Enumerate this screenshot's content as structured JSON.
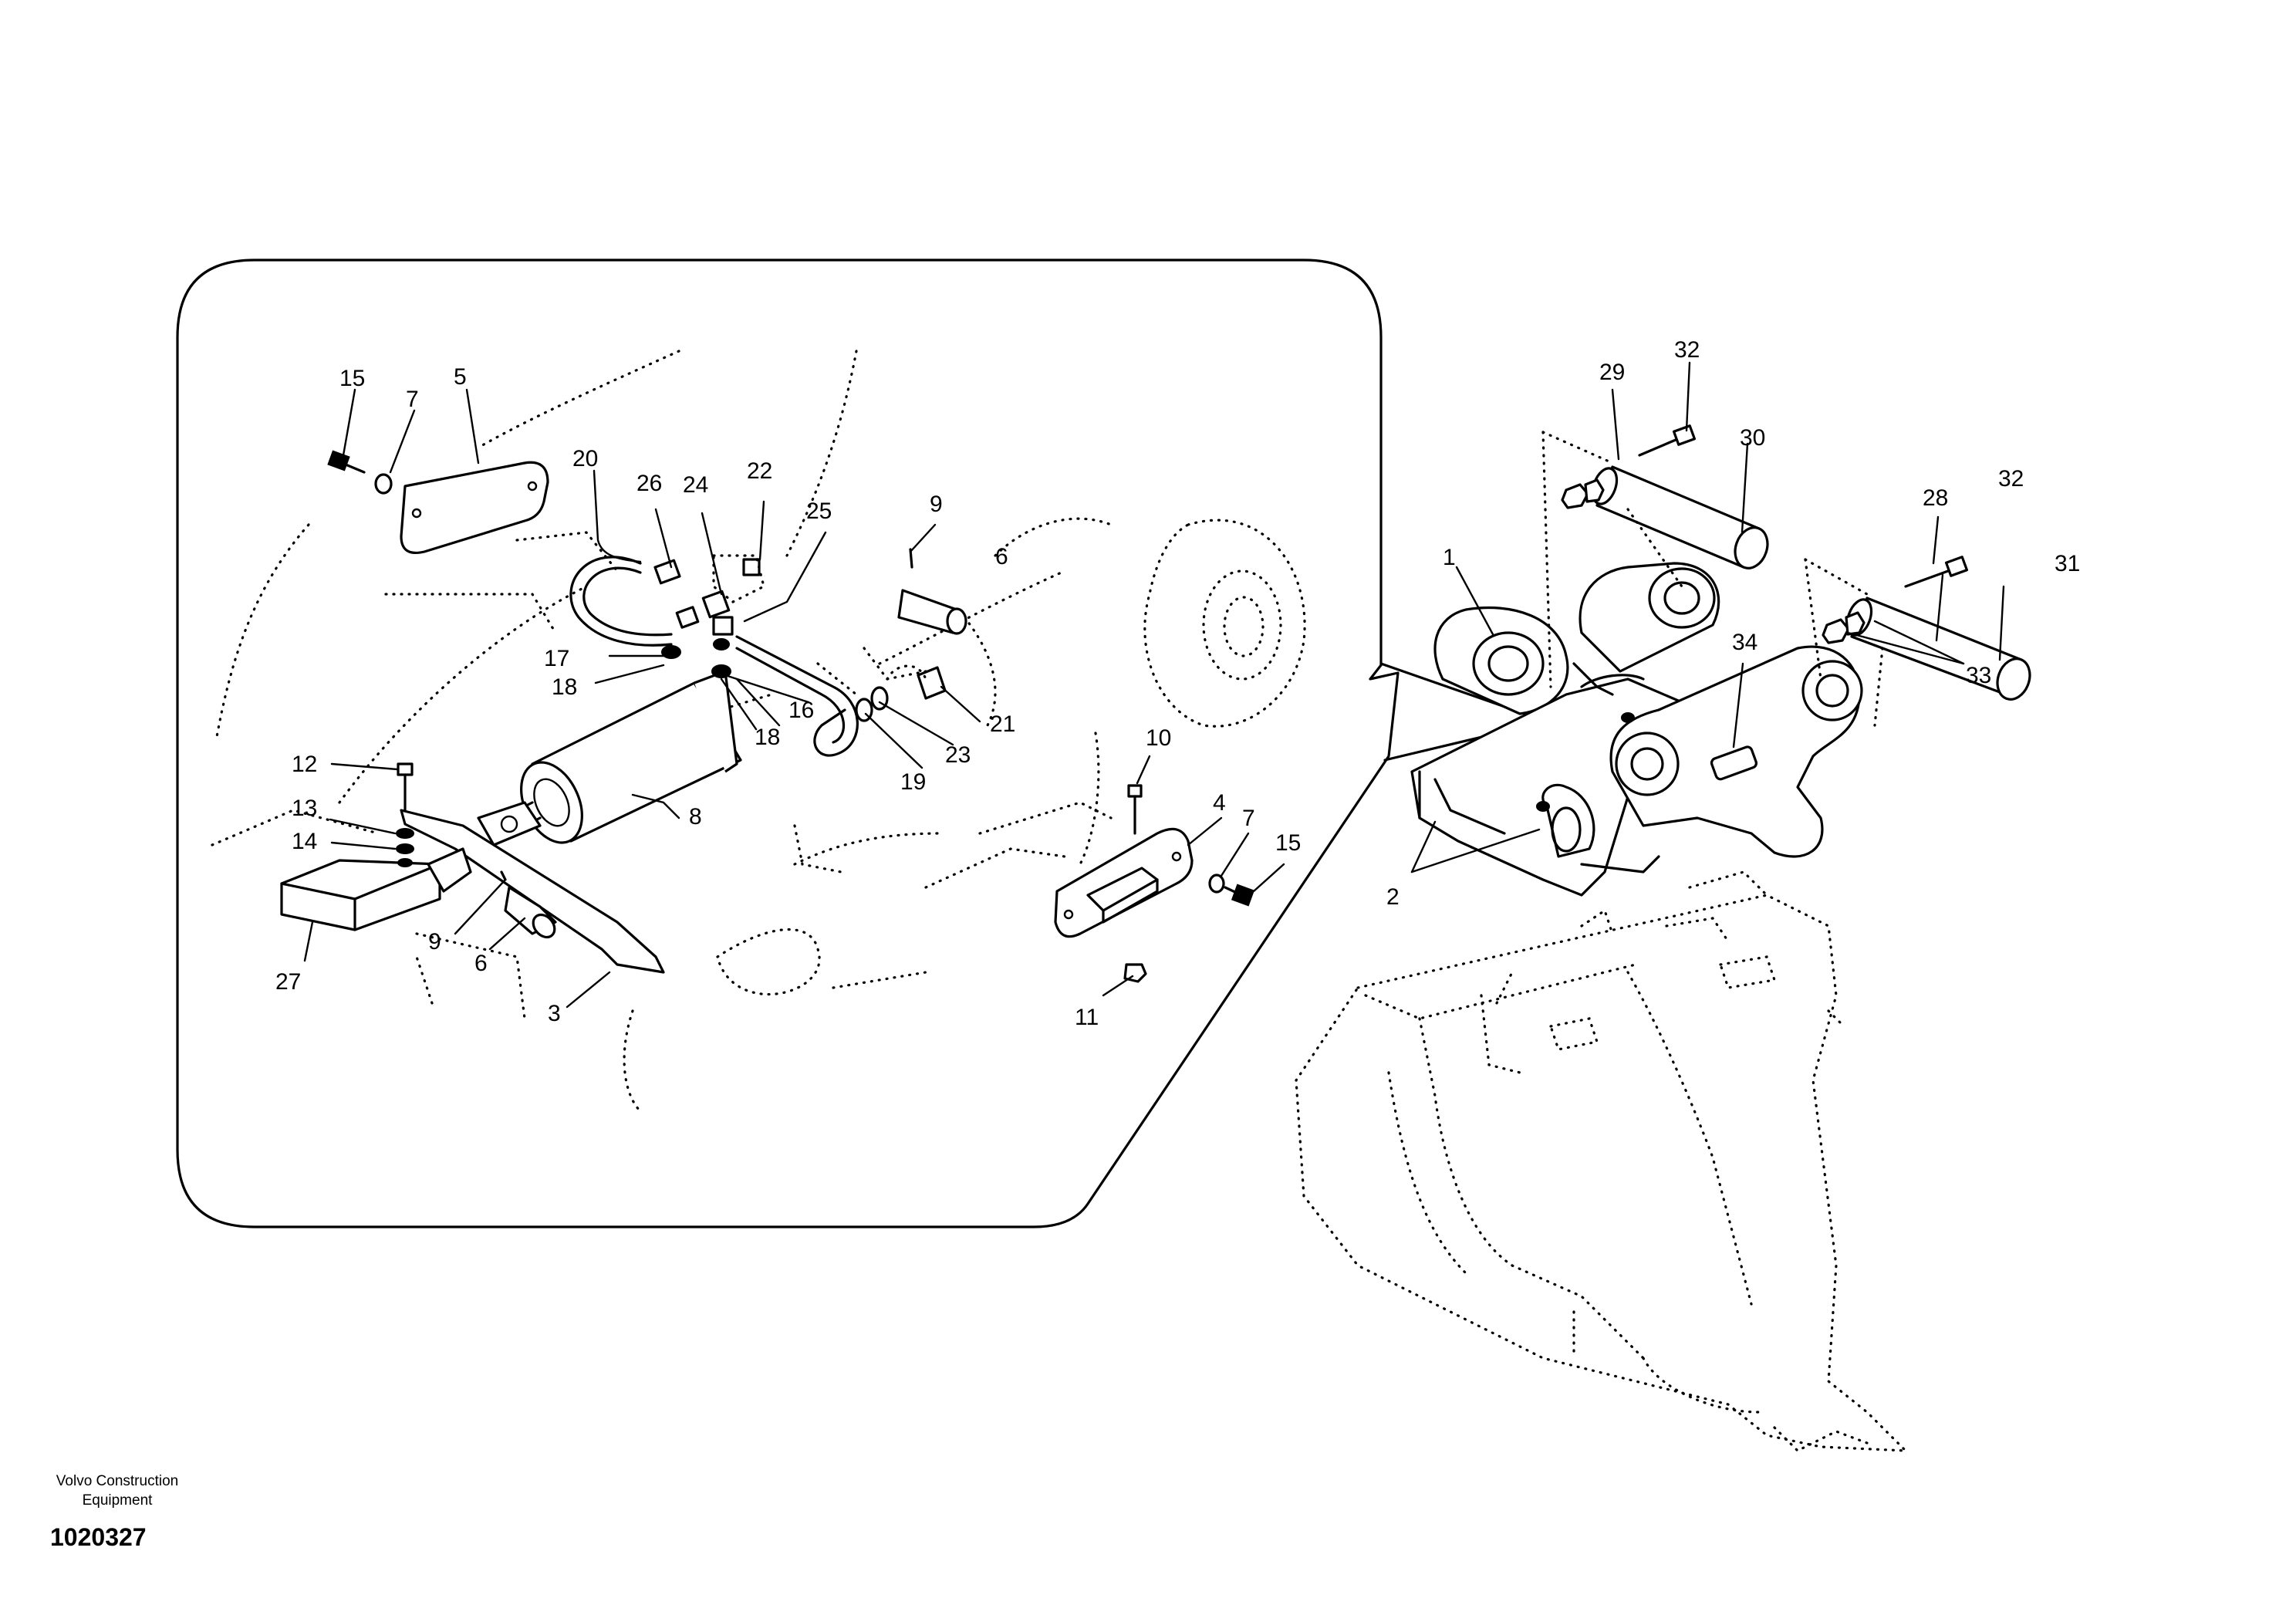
{
  "footer": {
    "company_line1": "Volvo Construction",
    "company_line2": "Equipment",
    "drawing_number": "1020327"
  },
  "labels": {
    "p1": "1",
    "p2": "2",
    "p3": "3",
    "p4": "4",
    "p5": "5",
    "p6a": "6",
    "p6b": "6",
    "p7a": "7",
    "p7b": "7",
    "p8": "8",
    "p9a": "9",
    "p9b": "9",
    "p10": "10",
    "p11": "11",
    "p12": "12",
    "p13": "13",
    "p14": "14",
    "p15a": "15",
    "p15b": "15",
    "p16": "16",
    "p17": "17",
    "p18a": "18",
    "p18b": "18",
    "p19": "19",
    "p20": "20",
    "p21": "21",
    "p22": "22",
    "p23": "23",
    "p24": "24",
    "p25": "25",
    "p26": "26",
    "p27": "27",
    "p28": "28",
    "p29": "29",
    "p30": "30",
    "p31": "31",
    "p32a": "32",
    "p32b": "32",
    "p33": "33",
    "p34": "34"
  }
}
